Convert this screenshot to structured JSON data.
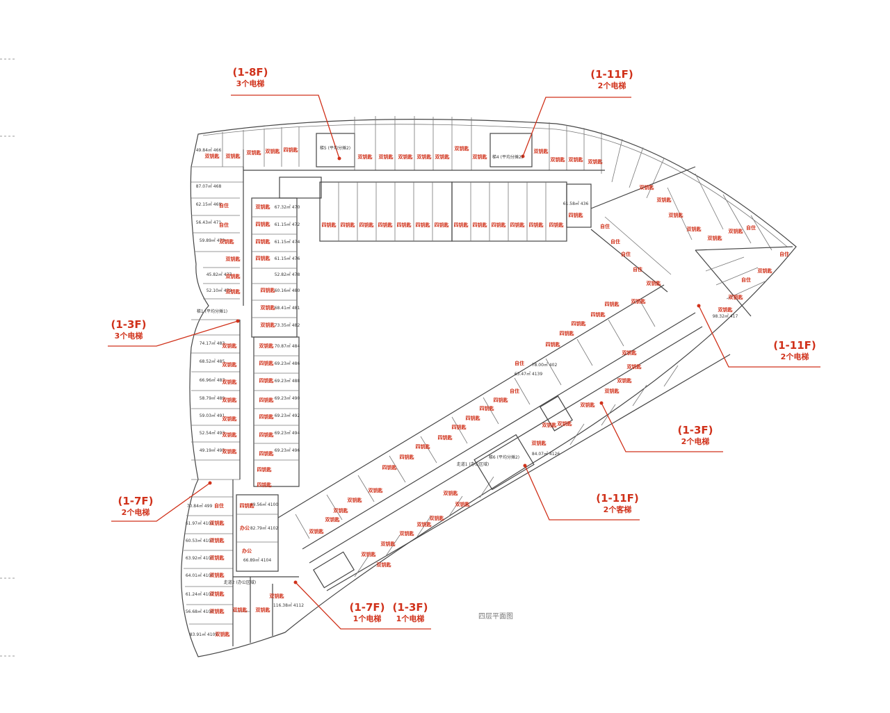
{
  "annotations": [
    {
      "floors": "(1-8F)",
      "elev": "3个电梯"
    },
    {
      "floors": "(1-11F)",
      "elev": "2个电梯"
    },
    {
      "floors": "(1-3F)",
      "elev": "3个电梯"
    },
    {
      "floors": "(1-11F)",
      "elev": "2个电梯"
    },
    {
      "floors": "(1-3F)",
      "elev": "2个电梯"
    },
    {
      "floors": "(1-11F)",
      "elev": "2个客梯"
    },
    {
      "floors": "(1-7F)",
      "elev": "2个电梯"
    },
    {
      "floors": "(1-7F)",
      "elev": "1个电梯"
    },
    {
      "floors": "(1-3F)",
      "elev": "1个电梯"
    }
  ],
  "caption": "四层平面图",
  "units": {
    "u466": "49.84㎡ 466",
    "u468": "87.07㎡ 468",
    "u469": "62.15㎡ 469",
    "u471": "56.43㎡ 471",
    "u473": "59.89㎡ 473",
    "u477": "45.82㎡ 477",
    "u479": "52.10㎡ 479",
    "u483": "74.17㎡ 483",
    "u485": "68.52㎡ 485",
    "u487": "66.96㎡ 487",
    "u489": "58.79㎡ 489",
    "u491": "59.03㎡ 491",
    "u493": "52.54㎡ 493",
    "u495": "49.19㎡ 495",
    "u499": "70.84㎡ 499",
    "u4101": "61.97㎡ 4101",
    "u4103": "60.53㎡ 4103",
    "u4105": "63.92㎡ 4105",
    "u4106": "64.01㎡ 4106",
    "u4107": "61.24㎡ 4107",
    "u4108": "56.68㎡ 4108",
    "u4109": "83.91㎡ 4109",
    "u470": "67.32㎡ 470",
    "u472": "61.15㎡ 472",
    "u474": "61.15㎡ 474",
    "u476": "61.15㎡ 476",
    "u478": "52.82㎡ 478",
    "u480": "60.16㎡ 480",
    "u481": "68.41㎡ 481",
    "u482": "73.35㎡ 482",
    "u484": "70.87㎡ 484",
    "u486": "69.23㎡ 486",
    "u488": "69.23㎡ 488",
    "u490": "69.23㎡ 490",
    "u492": "69.23㎡ 492",
    "u494": "69.23㎡ 494",
    "u496": "69.23㎡ 496",
    "u4100": "49.56㎡ 4100",
    "u4102": "82.79㎡ 4102",
    "u4104": "66.89㎡ 4104",
    "u4112": "116.38㎡ 4112",
    "u436": "61.58㎡ 436",
    "u402": "78.00㎡ 402",
    "u4139": "63.47㎡ 4139",
    "u4126": "84.07㎡ 4126",
    "u417": "98.32㎡ 417"
  },
  "tags": {
    "dual": "双钥匙",
    "quad": "四钥匙",
    "self": "自住",
    "office": "办公"
  },
  "labels": {
    "elev_left": "梯1 (平均分摊1)",
    "elev_top1": "梯5 (平均分摊2)",
    "elev_top2": "梯4 (平均分摊2)",
    "corridor1": "走道1 (办公区域)",
    "corridor2": "走道2 (办公区域)",
    "elev_center": "梯6 (平均分摊2)"
  },
  "colors": {
    "accent": "#d0311a",
    "line": "#444444"
  }
}
